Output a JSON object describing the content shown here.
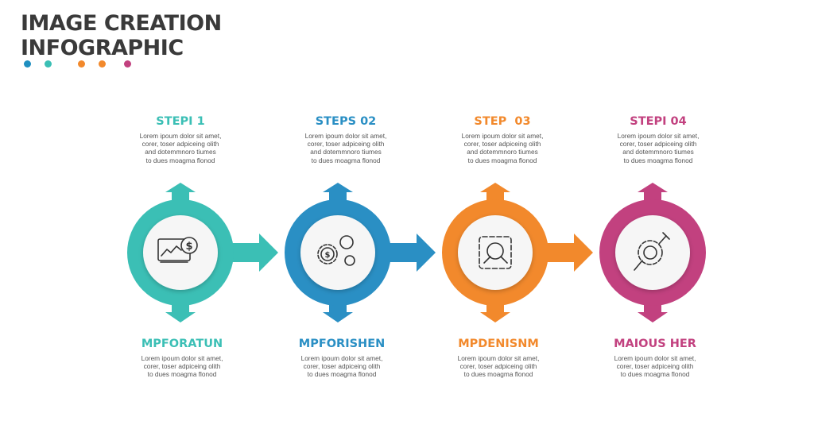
{
  "header": {
    "title_line1": "IMAGE CREATION",
    "title_line2": "INFOGRAPHIC",
    "dot_colors": [
      "#1f8fc0",
      "#3bbfb5",
      "#f2892c",
      "#f2892c",
      "#c2417f"
    ]
  },
  "colors": {
    "teal": "#3bbfb5",
    "blue": "#2a8fc4",
    "orange": "#f2892c",
    "magenta": "#c2417f"
  },
  "steps": [
    {
      "color": "#3bbfb5",
      "top_heading": "STEPI 1",
      "top_body": "Lorem ipoum dolor sit amet,\ncorer, toser adpiceing olith\nand dotemmnoro tiumes\nto dues moagma flonod",
      "icon": "monitor-dollar-icon",
      "bottom_heading": "MPFORATUN",
      "bottom_body": "Lorem ipoum dolor sit amet,\ncorer, toser adpiceing olith\nto dues moagma flonod"
    },
    {
      "color": "#2a8fc4",
      "top_heading": "STEPS 02",
      "top_body": "Lorem ipoum dolor sit amet,\ncorer, toser adpiceing olith\nand dotemmnoro tiumes\nto dues moagma flonod",
      "icon": "gear-dollar-icon",
      "bottom_heading": "MPFORISHEN",
      "bottom_body": "Lorem ipoum dolor sit amet,\ncorer, toser adpiceing olith\nto dues moagma flonod"
    },
    {
      "color": "#f2892c",
      "top_heading": "STEP  03",
      "top_body": "Lorem ipoum dolor sit amet,\ncorer, toser adpiceing olith\nand dotemmnoro tiumes\nto dues moagma flonod",
      "icon": "gear-search-icon",
      "bottom_heading": "MPDENISNM",
      "bottom_body": "Lorem ipoum dolor sit amet,\ncorer, toser adpiceing olith\nto dues moagma flonod"
    },
    {
      "color": "#c2417f",
      "top_heading": "STEPI 04",
      "top_body": "Lorem ipoum dolor sit amet,\ncorer, toser adpiceing olith\nand dotemmnoro tiumes\nto dues moagma flonod",
      "icon": "gear-tool-icon",
      "bottom_heading": "MAIOUS HER",
      "bottom_body": "Lorem ipoum dolor sit amet,\ncorer, toser adpiceing olith\nto dues moagma flonod"
    }
  ]
}
